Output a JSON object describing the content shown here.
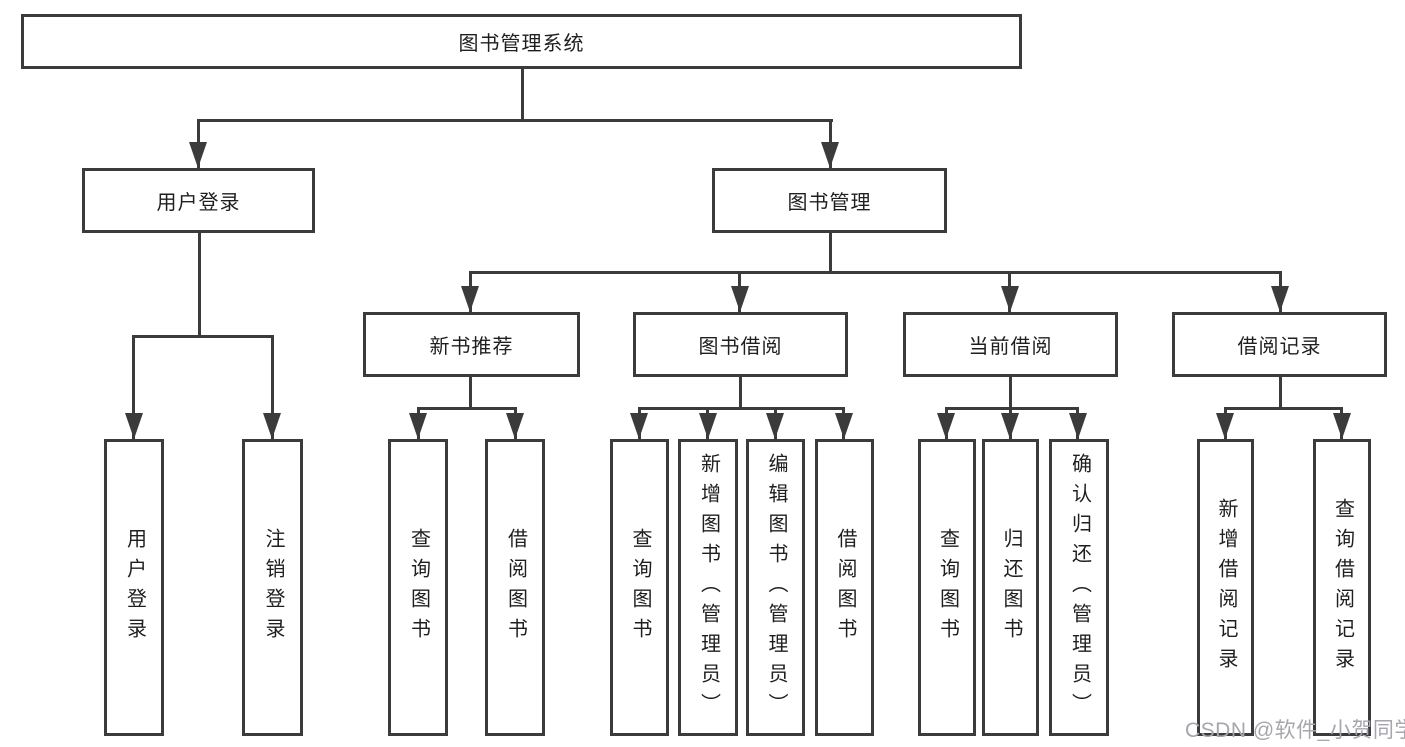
{
  "diagram": {
    "root_label": "图书管理系统",
    "level2": {
      "user_login": "用户登录",
      "book_mgmt": "图书管理"
    },
    "level3": {
      "new_book_rec": "新书推荐",
      "book_borrow": "图书借阅",
      "current_borrow": "当前借阅",
      "borrow_record": "借阅记录"
    },
    "leaves": {
      "user_login_1": "用户登录",
      "user_login_2": "注销登录",
      "new_book_rec_1": "查询图书",
      "new_book_rec_2": "借阅图书",
      "book_borrow_1": "查询图书",
      "book_borrow_2": "新增图书（管理员）",
      "book_borrow_3": "编辑图书（管理员）",
      "book_borrow_4": "借阅图书",
      "current_borrow_1": "查询图书",
      "current_borrow_2": "归还图书",
      "current_borrow_3": "确认归还（管理员）",
      "borrow_record_1": "新增借阅记录",
      "borrow_record_2": "查询借阅记录"
    }
  },
  "watermark": {
    "text": "CSDN @软件_小贺同学"
  },
  "colors": {
    "line": "#3b3b3b",
    "text": "#1f1f1f",
    "background": "#ffffff",
    "watermark": "#a6a6ae"
  }
}
